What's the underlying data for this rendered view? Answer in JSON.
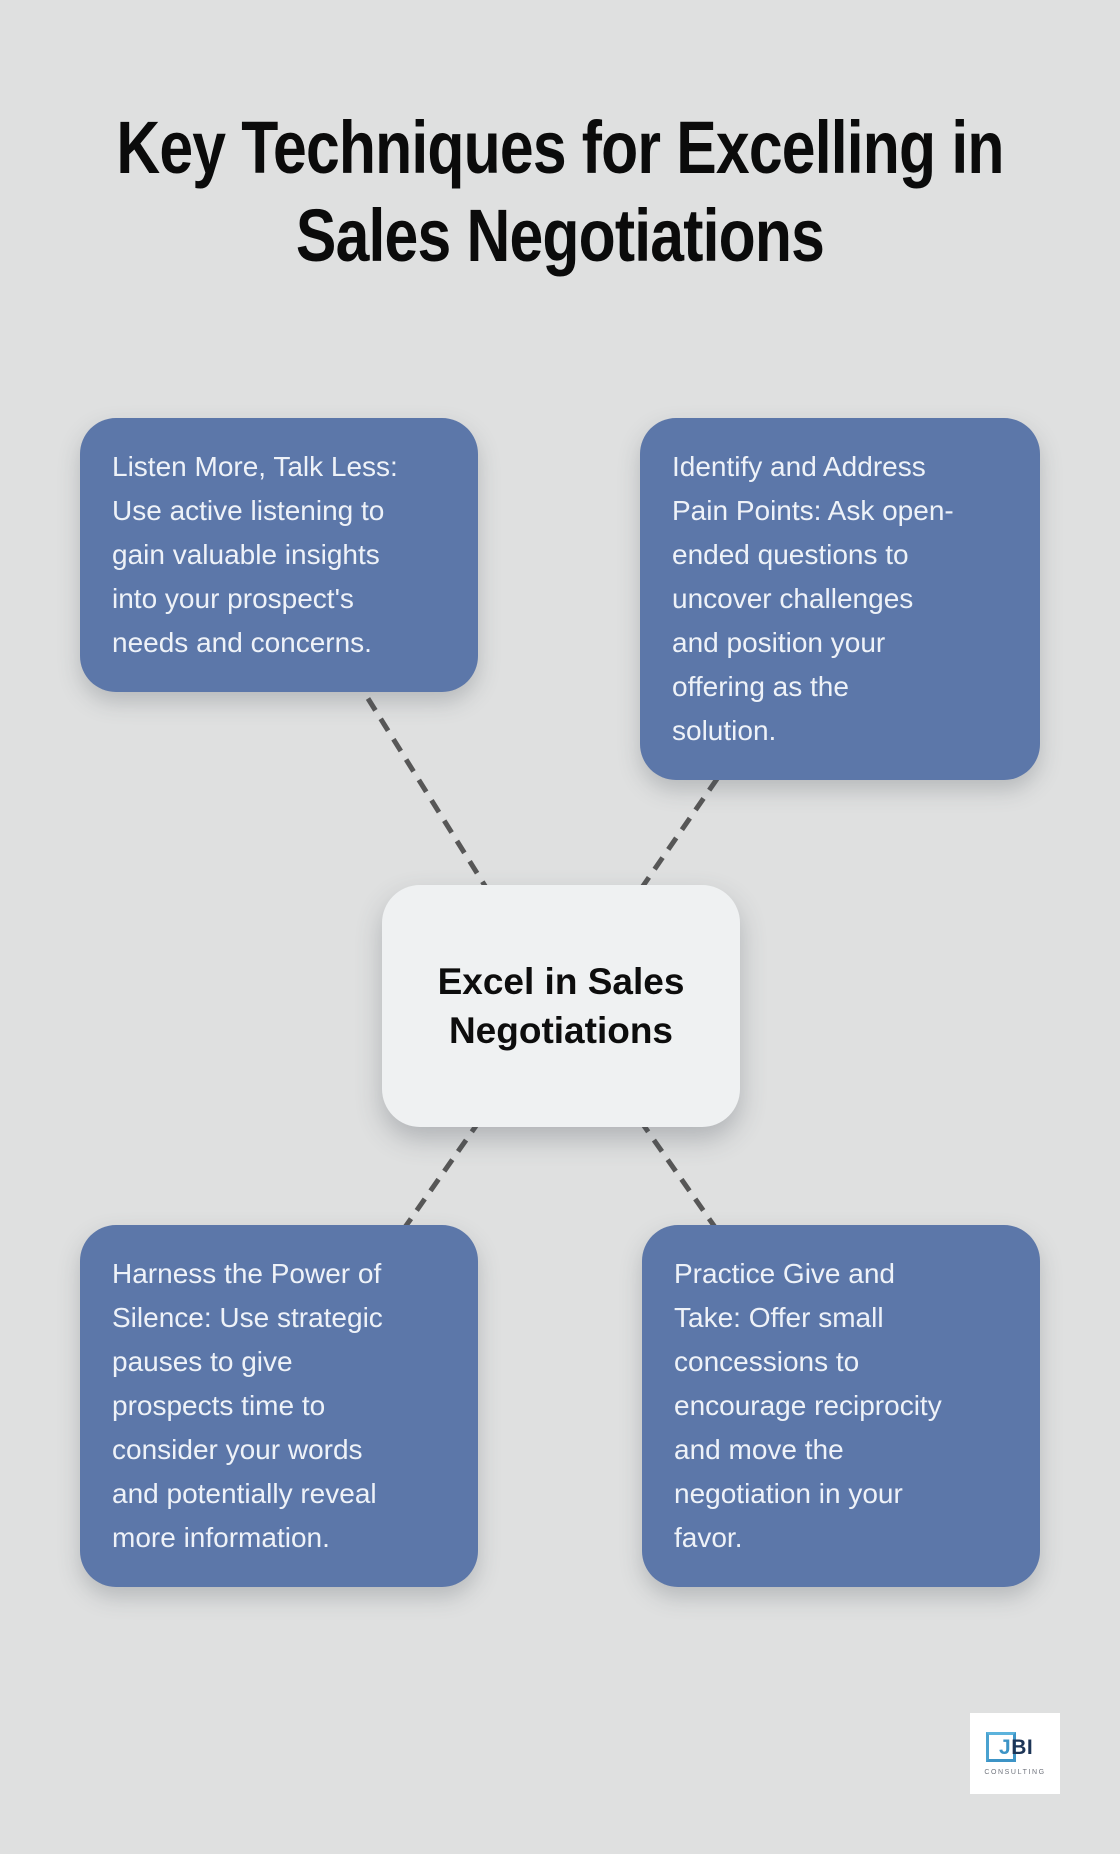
{
  "title": {
    "line1": "Key Techniques for Excelling in",
    "line2": "Sales Negotiations"
  },
  "center_node": {
    "label_lines": [
      "Excel in Sales",
      "Negotiations"
    ]
  },
  "cards": [
    {
      "id": "listen-more-talk-less",
      "position": "top-left",
      "lines": [
        "Listen More, Talk Less:",
        "Use active listening to",
        "gain valuable insights",
        "into your prospect's",
        "needs and concerns."
      ]
    },
    {
      "id": "identify-pain-points",
      "position": "top-right",
      "lines": [
        "Identify and Address",
        "Pain Points: Ask open-",
        "ended questions to",
        "uncover challenges",
        "and position your",
        "offering as the",
        "solution."
      ]
    },
    {
      "id": "harness-power-of-silence",
      "position": "bottom-left",
      "lines": [
        "Harness the Power of",
        "Silence: Use strategic",
        "pauses to give",
        "prospects time to",
        "consider your words",
        "and potentially reveal",
        "more information."
      ]
    },
    {
      "id": "practice-give-and-take",
      "position": "bottom-right",
      "lines": [
        "Practice Give and",
        "Take: Offer small",
        "concessions to",
        "encourage reciprocity",
        "and move the",
        "negotiation in your",
        "favor."
      ]
    }
  ],
  "logo": {
    "brand_j": "J",
    "brand_bi": "BI",
    "subtext": "CONSULTING"
  },
  "colors": {
    "canvas_bg": "#dfe0e0",
    "card_bg": "#5c77a9",
    "card_text": "#eef2f8",
    "center_node_bg": "#eff1f2",
    "connector": "#575757",
    "title_text": "#0b0b0b",
    "logo_blue": "#3d94c6",
    "logo_navy": "#1d3557",
    "logo_gray": "#70747d"
  }
}
